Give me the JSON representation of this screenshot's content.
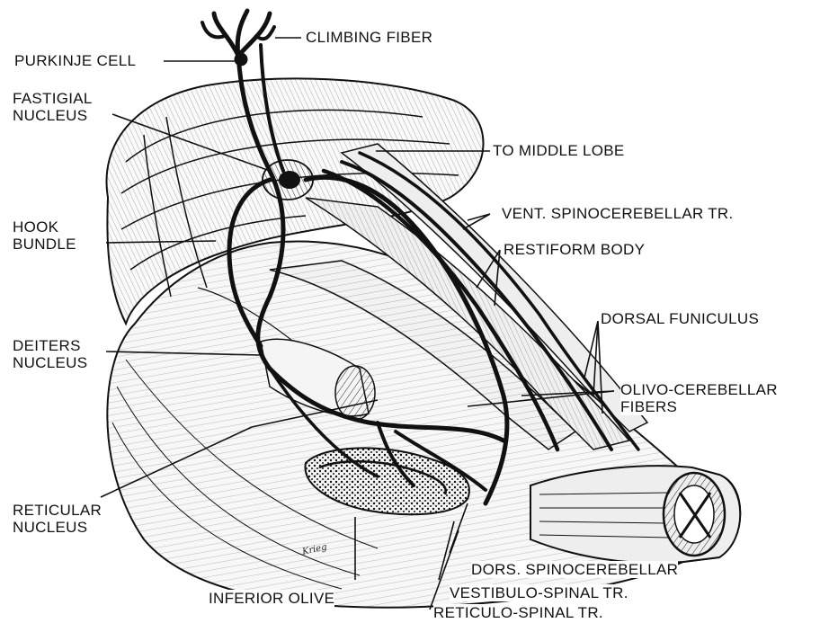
{
  "colors": {
    "ink": "#111111",
    "background": "#ffffff",
    "tissue": "#f3f3f3"
  },
  "labels": {
    "climbing_fiber": "CLIMBING FIBER",
    "purkinje_cell": "PURKINJE CELL",
    "fastigial_nucleus_line1": "FASTIGIAL",
    "fastigial_nucleus_line2": "NUCLEUS",
    "to_middle_lobe": "TO MIDDLE LOBE",
    "vent_spinocerebellar": "VENT. SPINOCEREBELLAR TR.",
    "hook_bundle_line1": "HOOK",
    "hook_bundle_line2": "BUNDLE",
    "restiform_body": "RESTIFORM BODY",
    "dorsal_funiculus": "DORSAL FUNICULUS",
    "deiters_nucleus_line1": "DEITERS",
    "deiters_nucleus_line2": "NUCLEUS",
    "olivo_cerebellar_line1": "OLIVO-CEREBELLAR",
    "olivo_cerebellar_line2": "FIBERS",
    "reticular_nucleus_line1": "RETICULAR",
    "reticular_nucleus_line2": "NUCLEUS",
    "dors_spinocerebellar": "DORS. SPINOCEREBELLAR",
    "inferior_olive": "INFERIOR OLIVE",
    "vestibulo_spinal": "VESTIBULO-SPINAL TR.",
    "reticulo_spinal": "RETICULO-SPINAL TR."
  },
  "signature": "Krieg"
}
